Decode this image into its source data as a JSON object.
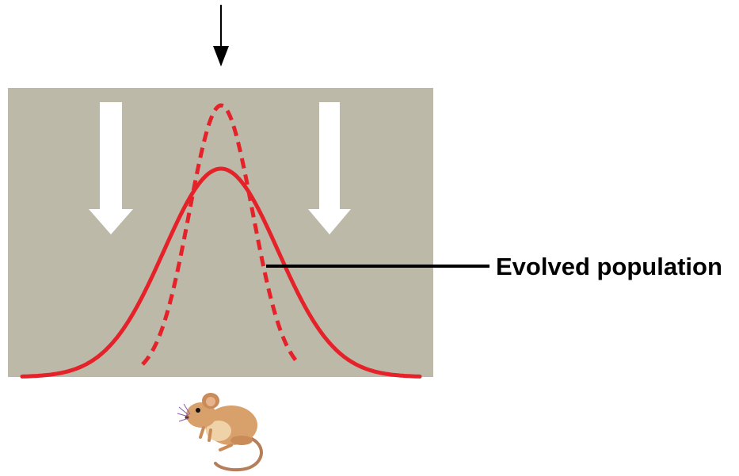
{
  "diagram": {
    "title": "",
    "labels": {
      "evolved_population": "Evolved population"
    },
    "elements": {
      "top_arrow": "down-arrow-icon",
      "selection_arrows": [
        "down-arrow-icon",
        "down-arrow-icon"
      ],
      "original_population_curve": "solid bell curve",
      "evolved_population_curve": "dashed bell curve",
      "organism": "mouse-icon"
    },
    "colors": {
      "panel_background": "#bcb9a9",
      "curve": "#e5222a",
      "arrow_fill": "#ffffff",
      "text": "#000000",
      "mouse_body": "#d8a06a"
    }
  }
}
